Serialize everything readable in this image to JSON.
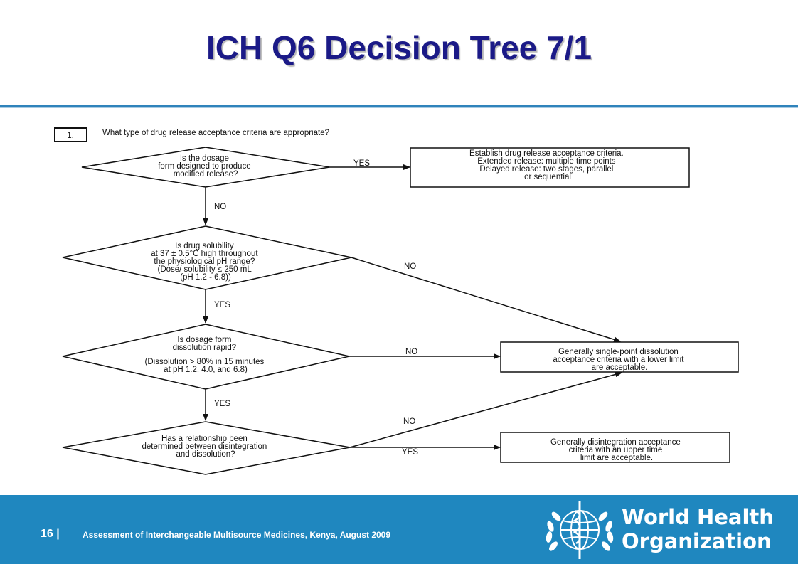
{
  "slide": {
    "title": "ICH Q6 Decision Tree 7/1",
    "page_number": "16",
    "page_sep": "|",
    "footer_caption": "Assessment of Interchangeable Multisource Medicines, Kenya, August 2009"
  },
  "org": {
    "name_line1": "World Health",
    "name_line2": "Organization"
  },
  "tree": {
    "step_label": "1.",
    "question": "What type of drug release acceptance criteria are appropriate?",
    "d1": [
      "Is the dosage",
      "form designed to produce",
      "modified release?"
    ],
    "d2": [
      "Is drug solubility",
      "at 37 ± 0.5°C high throughout",
      "the physiological pH range?",
      "(Dose/ solubility ≤ 250 mL",
      "(pH 1.2 - 6.8))"
    ],
    "d3": [
      "Is dosage form",
      "dissolution rapid?",
      "",
      "(Dissolution > 80% in 15 minutes",
      "at pH 1.2, 4.0, and 6.8)"
    ],
    "d4": [
      "Has a relationship been",
      "determined between disintegration",
      "and dissolution?"
    ],
    "r1": [
      "Establish drug release acceptance criteria.",
      "Extended release: multiple time points",
      "Delayed release: two stages, parallel",
      "or sequential"
    ],
    "r2": [
      "Generally single-point dissolution",
      "acceptance criteria with a lower limit",
      "are acceptable."
    ],
    "r3": [
      "Generally disintegration acceptance",
      "criteria with an upper time",
      "limit are acceptable."
    ],
    "labels": {
      "d1_yes": "YES",
      "d1_no": "NO",
      "d2_yes": "YES",
      "d2_no": "NO",
      "d3_no": "NO",
      "d3_yes": "YES",
      "d4_no": "NO",
      "d4_yes": "YES"
    }
  }
}
